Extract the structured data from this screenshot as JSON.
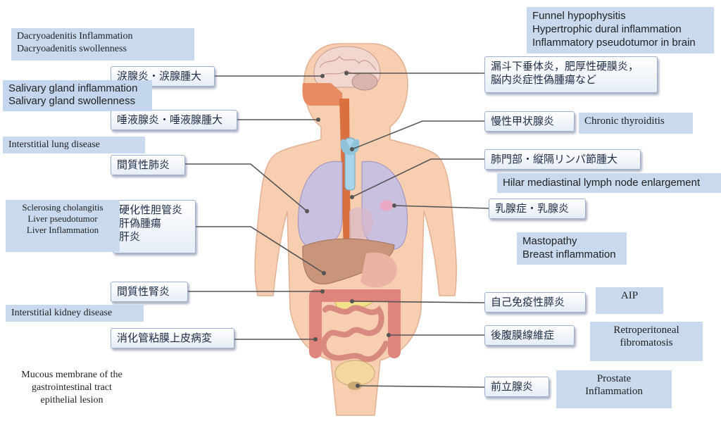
{
  "jp_labels": {
    "lacrimal": "涙腺炎・涙腺腫大",
    "salivary": "唾液腺炎・唾液腺腫大",
    "lung": "間質性肺炎",
    "liver_line1": "硬化性胆管炎",
    "liver_line2": "肝偽腫瘍",
    "liver_line3": "肝炎",
    "kidney": "間質性腎炎",
    "gi": "消化管粘膜上皮病変",
    "pituitary_line1": "漏斗下垂体炎，肥厚性硬膜炎，",
    "pituitary_line2": "脳内炎症性偽腫瘍など",
    "thyroid": "慢性甲状腺炎",
    "lymph": "肺門部・縦隔リンパ節腫大",
    "breast": "乳腺症・乳腺炎",
    "pancreas": "自己免疫性膵炎",
    "retro": "後腹膜線維症",
    "prostate": "前立腺炎"
  },
  "en_labels": {
    "dacryo_line1": "Dacryoadenitis   Inflammation",
    "dacryo_line2": "Dacryoadenitis swollenness",
    "salivary_line1": "Salivary gland inflammation",
    "salivary_line2": "Salivary gland  swollenness",
    "lung": "Interstitial lung disease",
    "liver_line1": "Sclerosing cholangitis",
    "liver_line2": "Liver pseudotumor",
    "liver_line3": "Liver Inflammation",
    "kidney": "Interstitial kidney disease",
    "gi_line1": "Mucous membrane of the",
    "gi_line2": "gastrointestinal tract",
    "gi_line3": "epithelial lesion",
    "funnel_line1": "Funnel hypophysitis",
    "funnel_line2": "Hypertrophic dural inflammation",
    "funnel_line3": "Inflammatory pseudotumor in brain",
    "thyroid": "Chronic thyroiditis",
    "hilar": "Hilar mediastinal lymph node enlargement",
    "breast_line1": "Mastopathy",
    "breast_line2": "Breast inflammation",
    "aip": "AIP",
    "retro_line1": "Retroperitoneal",
    "retro_line2": "fibromatosis",
    "prostate_line1": "Prostate",
    "prostate_line2": "Inflammation"
  },
  "colors": {
    "skin": "#f7cfb0",
    "lung": "#c9c0e0",
    "liver": "#c9957a",
    "colon": "#e0857e",
    "pancreas": "#f2e28a",
    "label_border": "#9db1cf",
    "en_box": "#c9d9ee",
    "leader": "#555555"
  }
}
